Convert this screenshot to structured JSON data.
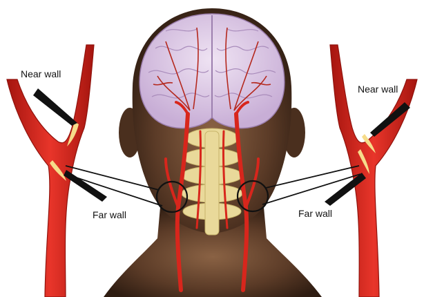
{
  "labels": {
    "left_near_wall": "Near wall",
    "left_far_wall": "Far wall",
    "right_near_wall": "Near wall",
    "right_far_wall": "Far wall"
  },
  "colors": {
    "artery": "#d8261c",
    "artery_dark": "#a5150f",
    "plaque": "#f6dc8a",
    "skin": "#5b3b27",
    "brain": "#d8c4e2",
    "spine": "#e9d99a",
    "pointer": "#111111"
  },
  "icons": [
    "arrow-pointer-icon",
    "magnifier-circle-icon"
  ]
}
